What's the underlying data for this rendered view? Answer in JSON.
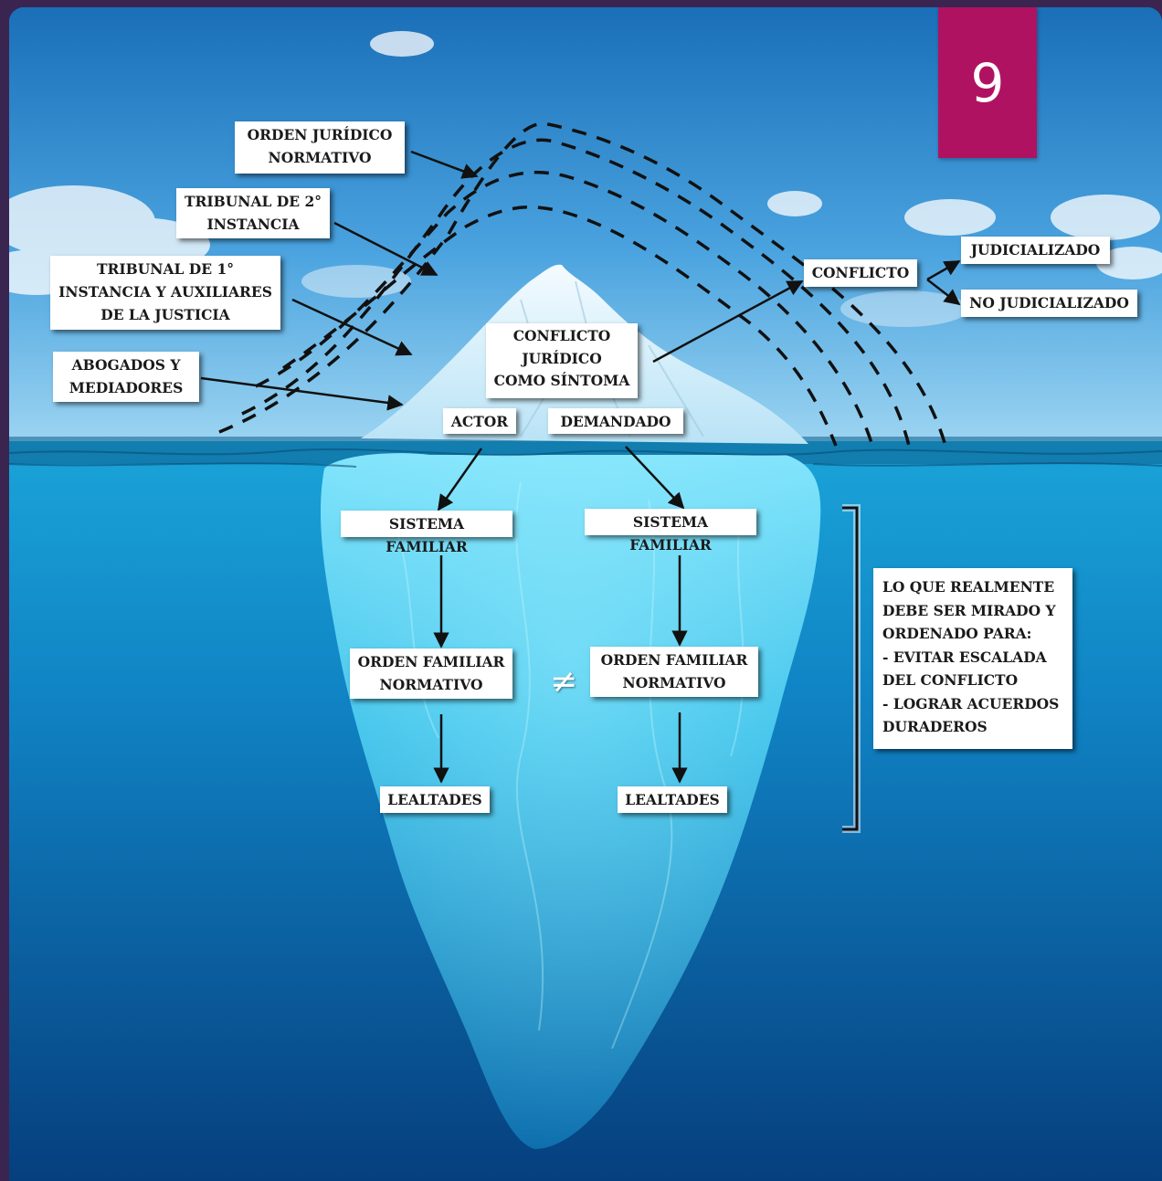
{
  "page_number": "9",
  "labels": {
    "orden_juridico": "ORDEN JURÍDICO\nNORMATIVO",
    "tribunal_2": "TRIBUNAL DE 2°\nINSTANCIA",
    "tribunal_1": "TRIBUNAL DE 1°\nINSTANCIA Y AUXILIARES\nDE LA JUSTICIA",
    "abogados": "ABOGADOS Y\nMEDIADORES",
    "conflicto_juridico": "CONFLICTO\nJURÍDICO\nCOMO SÍNTOMA",
    "conflicto": "CONFLICTO",
    "judicializado": "JUDICIALIZADO",
    "no_judicializado": "NO JUDICIALIZADO",
    "actor": "ACTOR",
    "demandado": "DEMANDADO",
    "sistema_familiar_left": "SISTEMA FAMILIAR",
    "sistema_familiar_right": "SISTEMA FAMILIAR",
    "orden_familiar_left": "ORDEN FAMILIAR\nNORMATIVO",
    "orden_familiar_right": "ORDEN FAMILIAR\nNORMATIVO",
    "not_equal": "≠",
    "lealtades_left": "LEALTADES",
    "lealtades_right": "LEALTADES",
    "lo_que_realmente": "LO QUE REALMENTE\nDEBE SER MIRADO Y\nORDENADO PARA:\n- EVITAR ESCALADA\n   DEL CONFLICTO\n- LOGRAR ACUERDOS\n   DURADEROS"
  },
  "colors": {
    "badge": "#b01262",
    "sky_top": "#1a6fb8",
    "sky_horizon": "#9fd6f2",
    "sea_surface": "#1aa4d8",
    "sea_deep": "#063f7e",
    "ice_light": "#e8f6fd",
    "ice_under": "#4fd2f5"
  }
}
